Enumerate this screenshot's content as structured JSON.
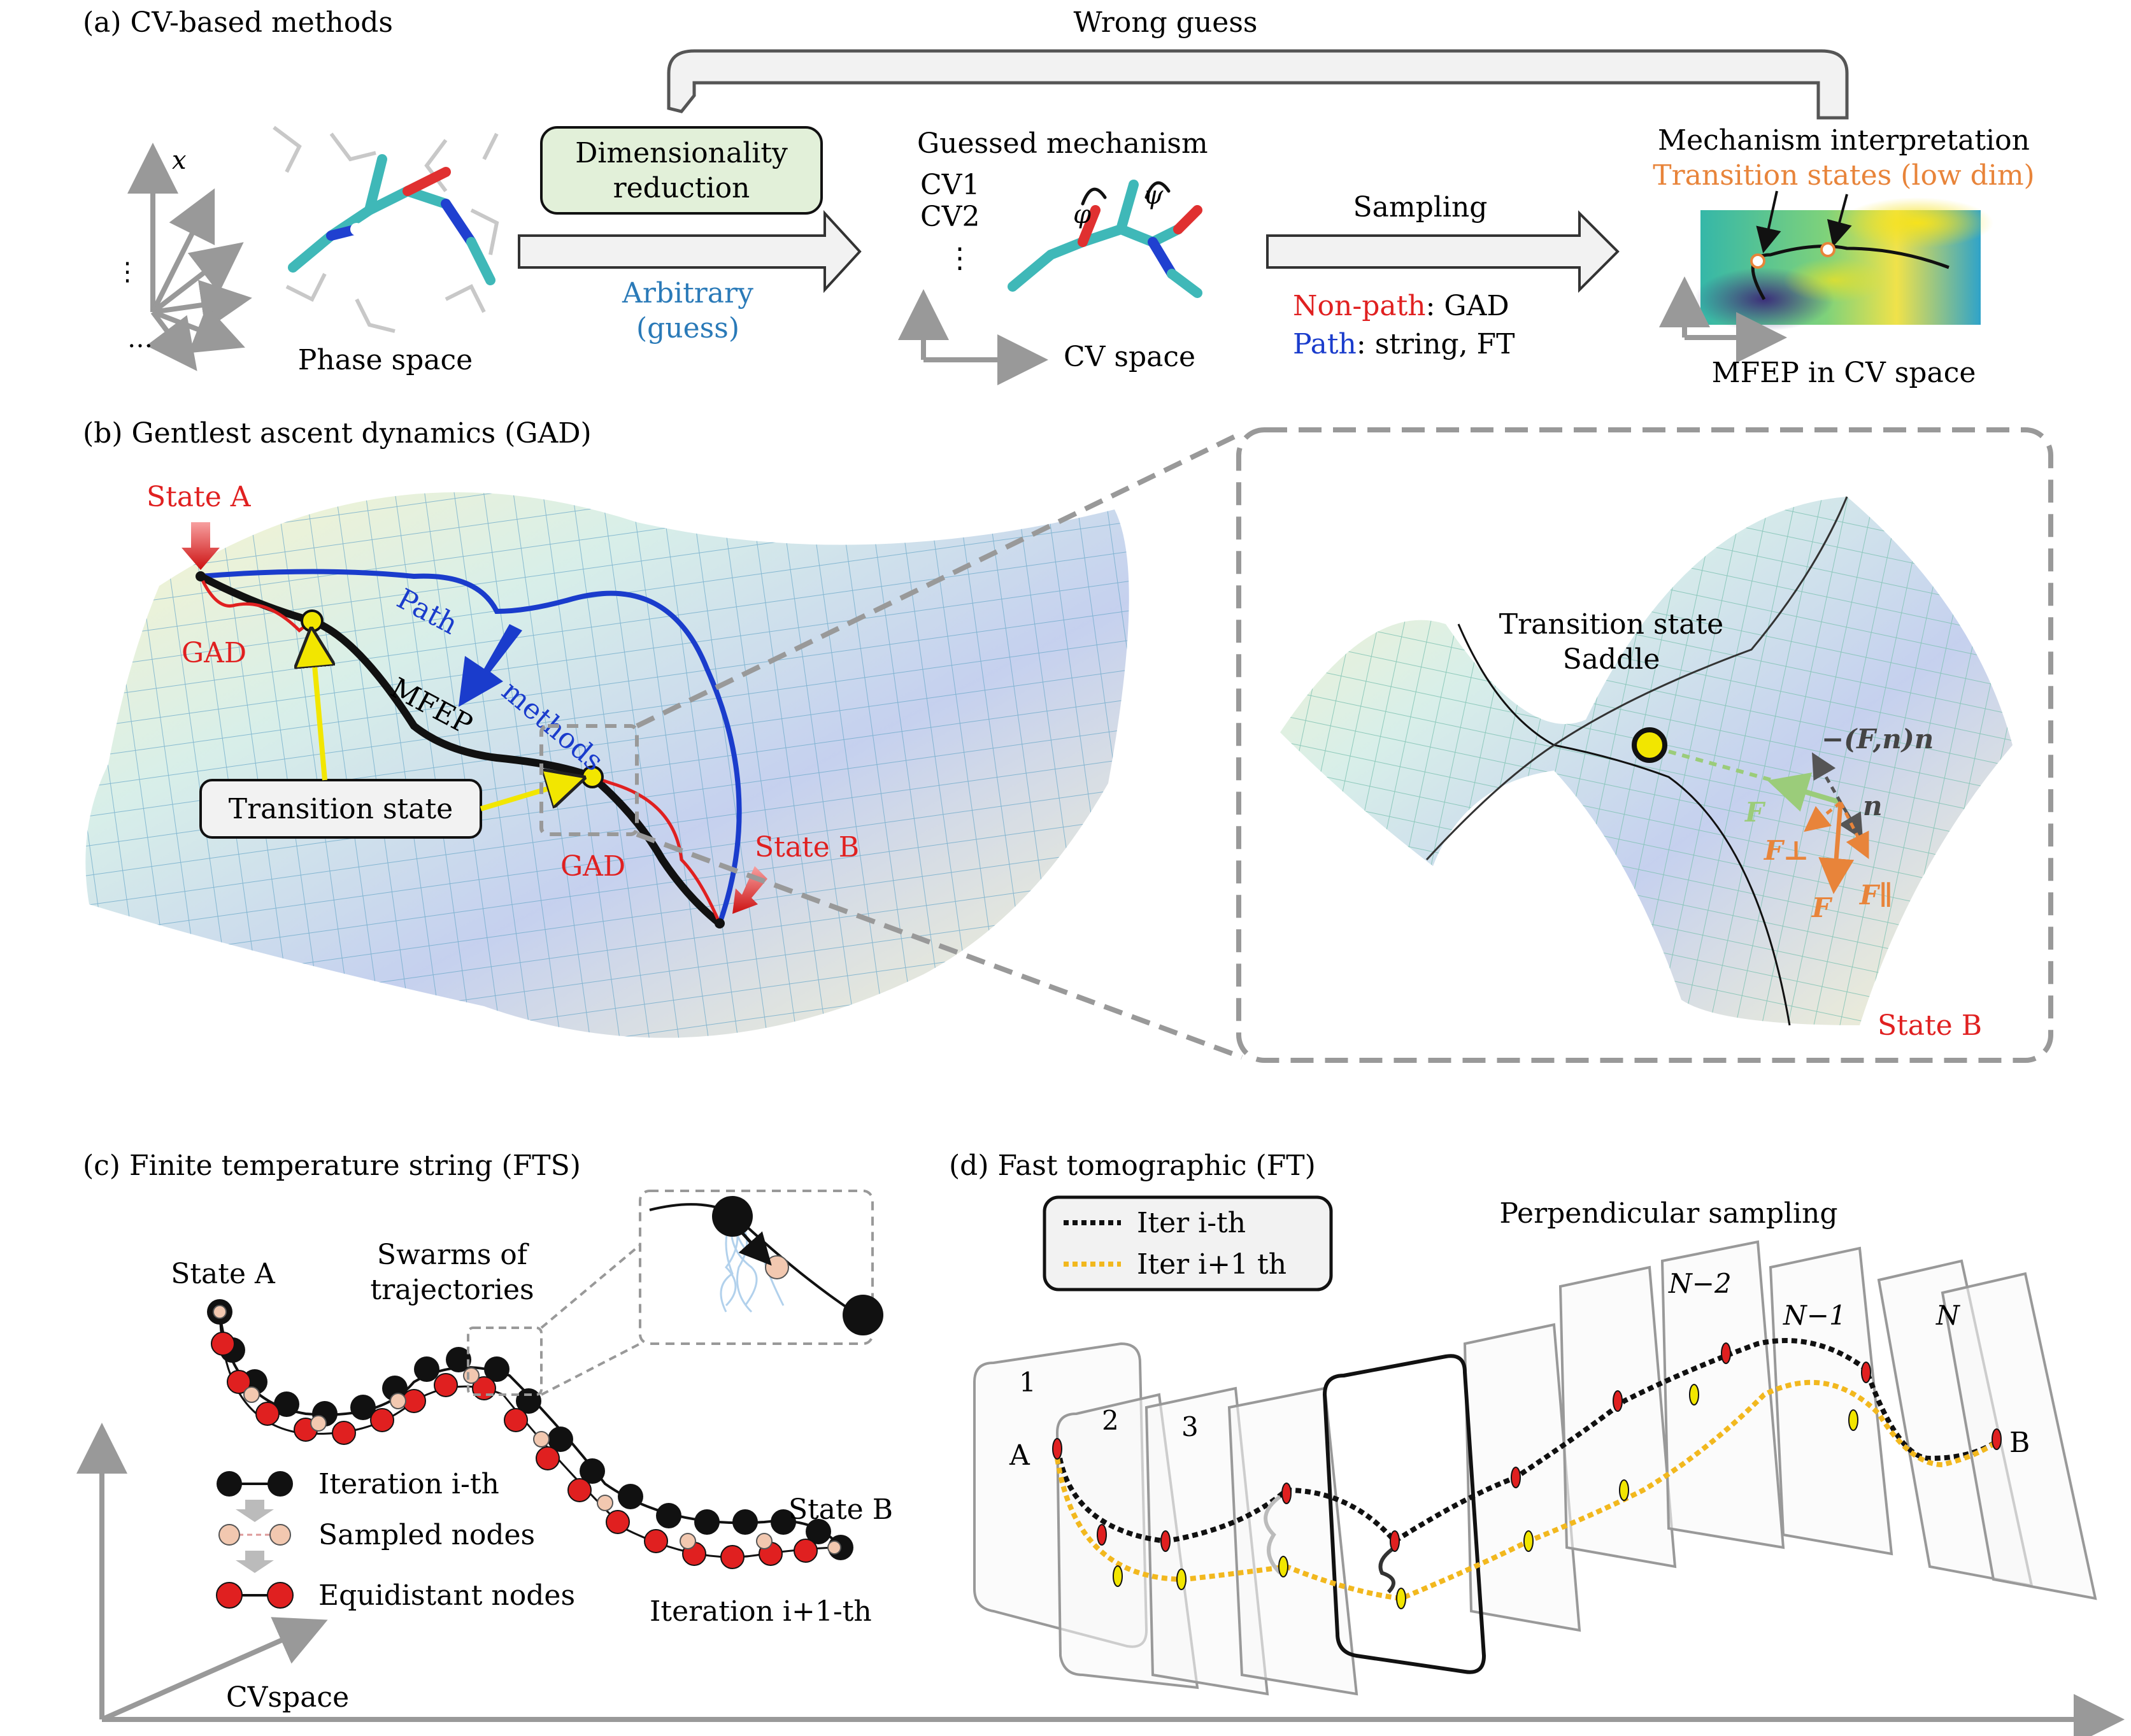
{
  "panel_a": {
    "title": "(a) CV-based methods",
    "wrong_guess": "Wrong guess",
    "x_label": "x",
    "dots_a": "⋮",
    "dots_b": "…",
    "phase_space": "Phase space",
    "dim_red_1": "Dimensionality",
    "dim_red_2": "reduction",
    "arbitrary": "Arbitrary",
    "guess": "(guess)",
    "guessed_mechanism": "Guessed mechanism",
    "cv1": "CV1",
    "cv2": "CV2",
    "cv_dots": "⋮",
    "phi": "φ",
    "psi": "ψ",
    "cv_space": "CV space",
    "sampling": "Sampling",
    "nonpath": "Non-path",
    "nonpath_rest": ": GAD",
    "path": "Path",
    "path_rest": ": string, FT",
    "mech_interp": "Mechanism interpretation",
    "ts_low_dim": "Transition states (low dim)",
    "mfep_cv": "MFEP in CV space"
  },
  "panel_b": {
    "title": "(b) Gentlest ascent dynamics (GAD)",
    "state_a": "State A",
    "gad_1": "GAD",
    "path_word": "Path",
    "methods_word": "methods",
    "mfep": "MFEP",
    "transition_state": "Transition state",
    "gad_2": "GAD",
    "state_b": "State B",
    "zoom_ts": "Transition state",
    "zoom_saddle": "Saddle",
    "proj": "−(F,n)n",
    "F": "F",
    "n": "n",
    "F_perp": "F⊥",
    "F_par": "F∥",
    "F_bottom": "F",
    "zoom_state_b": "State B"
  },
  "panel_c": {
    "title": "(c) Finite temperature string (FTS)",
    "state_a": "State A",
    "swarms_1": "Swarms of",
    "swarms_2": "trajectories",
    "iter_i": "Iteration i-th",
    "sampled": "Sampled nodes",
    "equidistant": "Equidistant nodes",
    "state_b": "State B",
    "iter_i1": "Iteration i+1-th",
    "cvspace": "CVspace"
  },
  "panel_d": {
    "title": "(d) Fast tomographic (FT)",
    "legend_iter_i": "Iter i-th",
    "legend_iter_i1": "Iter i+1 th",
    "perp_sampling": "Perpendicular sampling",
    "plane_1": "1",
    "plane_2": "2",
    "plane_3": "3",
    "plane_n2": "N−2",
    "plane_n1": "N−1",
    "plane_n": "N",
    "a": "A",
    "b": "B"
  },
  "colors": {
    "red": "#e02020",
    "blue": "#1a3ccc",
    "orange": "#e8843a",
    "teal": "#2a7ab8",
    "yellow": "#f2e600",
    "gray": "#999999",
    "green_box": "#e2f0d9"
  }
}
